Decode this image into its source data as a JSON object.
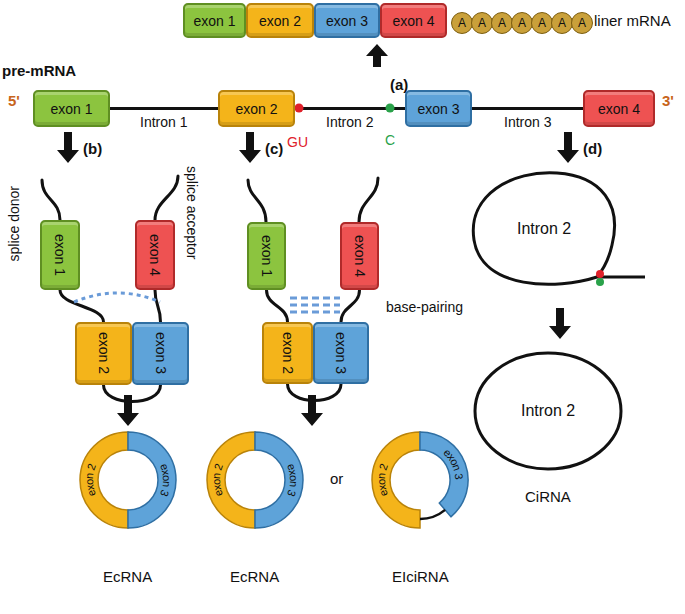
{
  "diagram": {
    "nodes": [
      {
        "text": [
          "exon 1"
        ]
      },
      {
        "text": [
          "exon 2"
        ]
      },
      {
        "text": [
          "exon 3"
        ]
      },
      {
        "text": [
          "exon 4"
        ]
      },
      {
        "text": [
          "A"
        ]
      },
      {
        "text": [
          "A"
        ]
      },
      {
        "text": [
          "A"
        ]
      },
      {
        "text": [
          "A"
        ]
      },
      {
        "text": [
          "A"
        ]
      },
      {
        "text": [
          "A"
        ]
      },
      {
        "text": [
          "A"
        ]
      },
      {
        "text": [
          "exon 1"
        ]
      },
      {
        "text": [
          "exon 2"
        ]
      },
      {
        "text": [
          "exon 3"
        ]
      },
      {
        "text": [
          "exon 4"
        ]
      },
      {
        "text": [
          "exon 1"
        ]
      },
      {
        "text": [
          "exon 4"
        ]
      },
      {
        "text": [
          "exon 2"
        ]
      },
      {
        "text": [
          "exon 3"
        ]
      },
      {
        "text": [
          "exon 1"
        ]
      },
      {
        "text": [
          "exon 4"
        ]
      },
      {
        "text": [
          "exon 2"
        ]
      },
      {
        "text": [
          "exon 3"
        ]
      },
      {
        "text": [
          "Intron 2"
        ]
      },
      {
        "text": [
          "exon 2",
          "exon 3"
        ]
      },
      {
        "text": [
          "exon 2",
          "exon 3"
        ]
      },
      {
        "text": [
          "exon 2",
          "exon 3"
        ]
      },
      {
        "text": [
          "Intron 2"
        ]
      }
    ],
    "edges": [
      {
        "from": 11,
        "to": 12,
        "arrow": "none",
        "label": "Intron 1"
      },
      {
        "from": 12,
        "to": 13,
        "arrow": "none",
        "label": "Intron 2"
      },
      {
        "from": 13,
        "to": 14,
        "arrow": "none",
        "label": "Intron 3"
      },
      {
        "from": 15,
        "to": 17,
        "arrow": "none"
      },
      {
        "from": 16,
        "to": 18,
        "arrow": "none"
      },
      {
        "from": 17,
        "to": 18,
        "arrow": "none"
      },
      {
        "from": 19,
        "to": 21,
        "arrow": "none"
      },
      {
        "from": 20,
        "to": 22,
        "arrow": "none"
      },
      {
        "from": 21,
        "to": 22,
        "arrow": "none"
      }
    ],
    "labels": [
      "liner mRNA",
      "pre-mRNA",
      "5'",
      "3'",
      "(a)",
      "(b)",
      "(c)",
      "(d)",
      "GU",
      "C",
      "splice donor",
      "splice acceptor",
      "base-pairing",
      "EcRNA",
      "EcRNA",
      "or",
      "EIciRNA",
      "CiRNA"
    ]
  }
}
